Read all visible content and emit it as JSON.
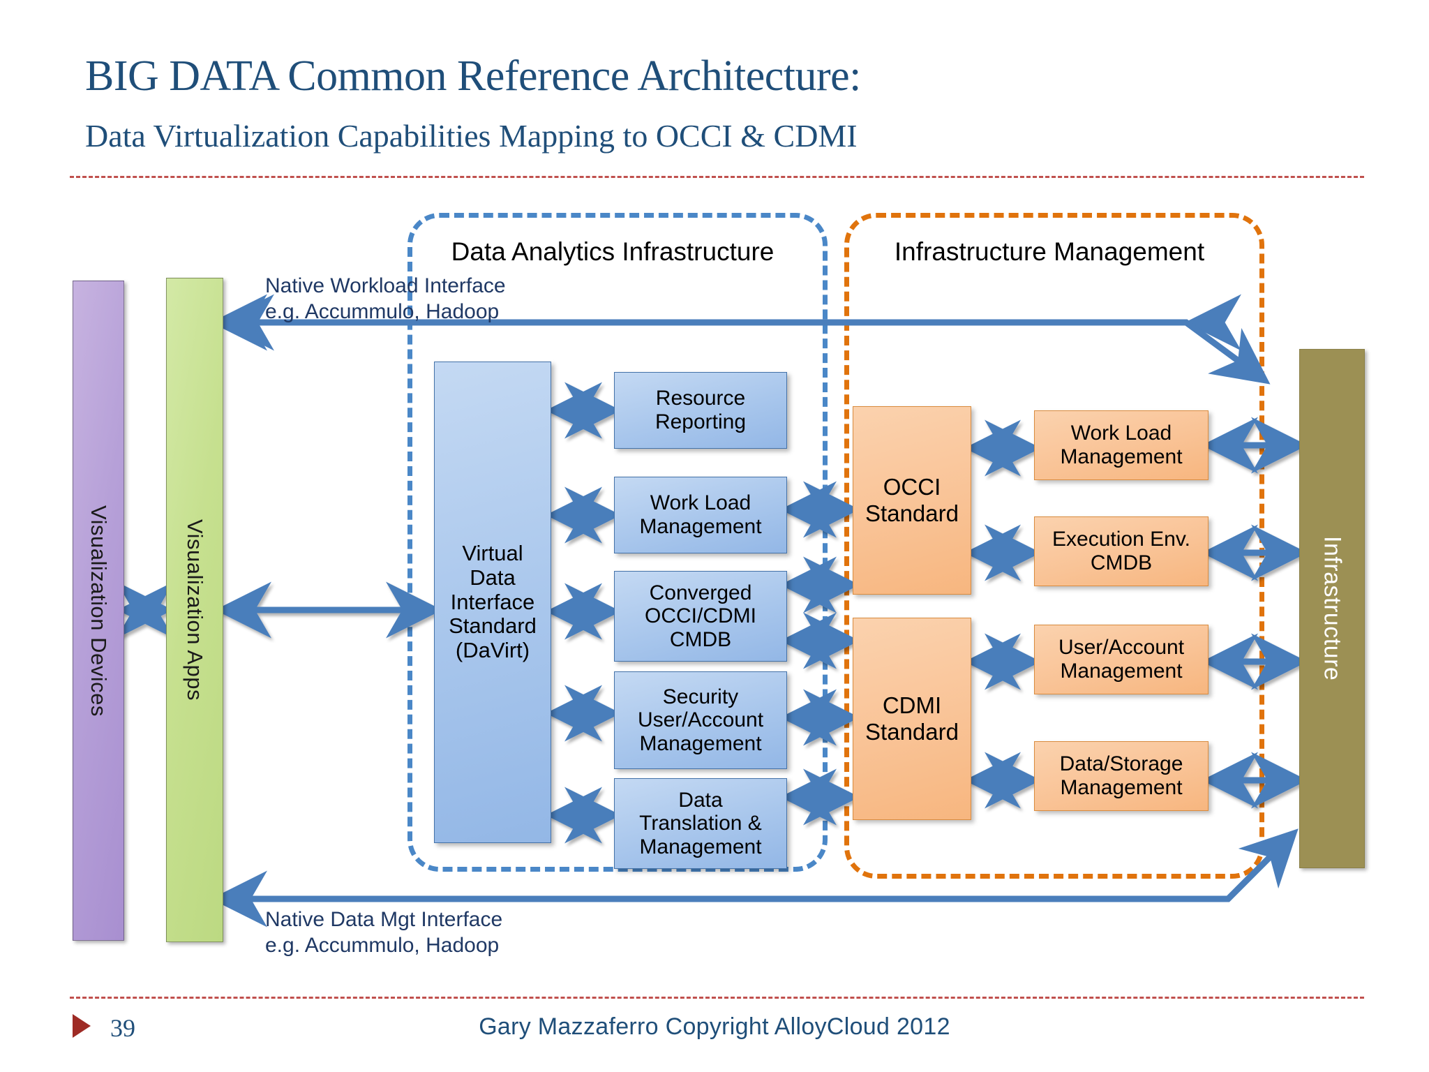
{
  "header": {
    "title": "BIG DATA Common Reference Architecture:",
    "subtitle": "Data Virtualization Capabilities Mapping to OCCI & CDMI"
  },
  "footer": {
    "page_number": "39",
    "credit": "Gary Mazzaferro Copyright AlloyCloud 2012"
  },
  "regions": {
    "data_analytics": "Data Analytics Infrastructure",
    "infrastructure_management": "Infrastructure Management"
  },
  "side_bars": {
    "visualization_devices": "Visualization Devices",
    "visualization_apps": "Visualization Apps",
    "infrastructure": "Infrastructure"
  },
  "annotations": {
    "top_interface": "Native Workload Interface\ne.g. Accummulo, Hadoop",
    "bottom_interface": "Native Data Mgt Interface\ne.g. Accummulo, Hadoop"
  },
  "blue_boxes": {
    "davirt": "Virtual\nData\nInterface\nStandard\n(DaVirt)",
    "resource_reporting": "Resource\nReporting",
    "work_load_management": "Work Load\nManagement",
    "converged_cmdb": "Converged\nOCCI/CDMI\nCMDB",
    "security_user_account": "Security\nUser/Account\nManagement",
    "data_translation": "Data\nTranslation  &\nManagement"
  },
  "orange_boxes": {
    "occi_standard": "OCCI\nStandard",
    "cdmi_standard": "CDMI\nStandard",
    "work_load_management": "Work Load\nManagement",
    "execution_env_cmdb": "Execution Env.\nCMDB",
    "user_account_management": "User/Account\nManagement",
    "data_storage_management": "Data/Storage\nManagement"
  },
  "colors": {
    "title_blue": "#1F4E79",
    "rule_red": "#C0504D",
    "region_blue": "#4A87C7",
    "region_orange": "#E0730C",
    "box_blue": "#A8C6EC",
    "box_orange": "#F9C396",
    "bar_purple": "#B6A0D8",
    "bar_green": "#C6E08F",
    "bar_olive": "#9C9054",
    "arrow_blue": "#4A7EBB"
  }
}
